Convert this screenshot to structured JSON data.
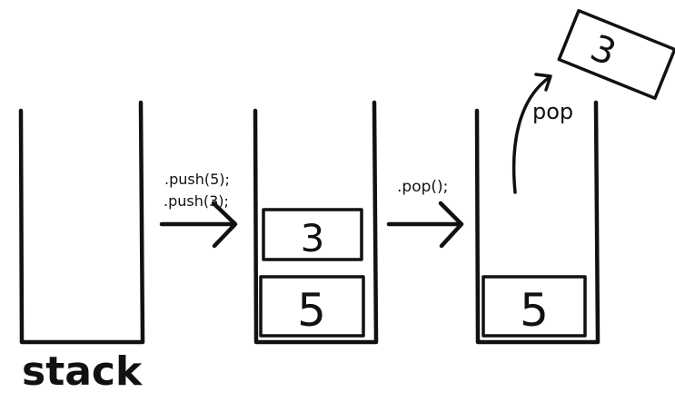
{
  "stack_label": "stack",
  "operations": {
    "push_1": ".push(5);",
    "push_2": ".push(3);",
    "pop_call": ".pop();",
    "pop_label": "pop"
  },
  "stacks": [
    {
      "items": []
    },
    {
      "items": [
        "5",
        "3"
      ]
    },
    {
      "items": [
        "5"
      ]
    }
  ],
  "popped_item": "3",
  "colors": {
    "ink": "#111111",
    "background": "#ffffff"
  }
}
